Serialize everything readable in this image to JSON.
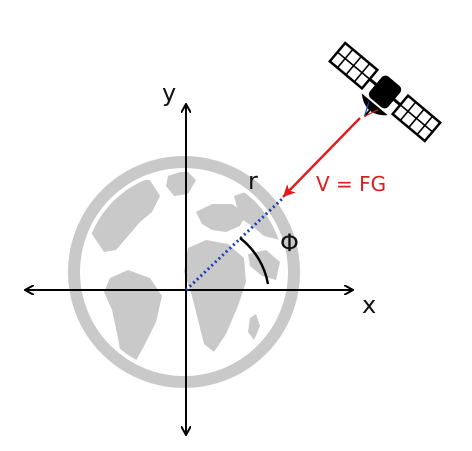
{
  "diagram": {
    "labels": {
      "y_axis": "y",
      "x_axis": "x",
      "radius": "r",
      "angle": "Φ",
      "vector": "V = FG"
    },
    "colors": {
      "axis": "#000000",
      "vector": "#e01b1b",
      "radius_line": "#1f3fb8",
      "earth": "#c8c9c8",
      "satellite": "#000000"
    },
    "icons": [
      "earth-globe-icon",
      "satellite-icon"
    ]
  }
}
